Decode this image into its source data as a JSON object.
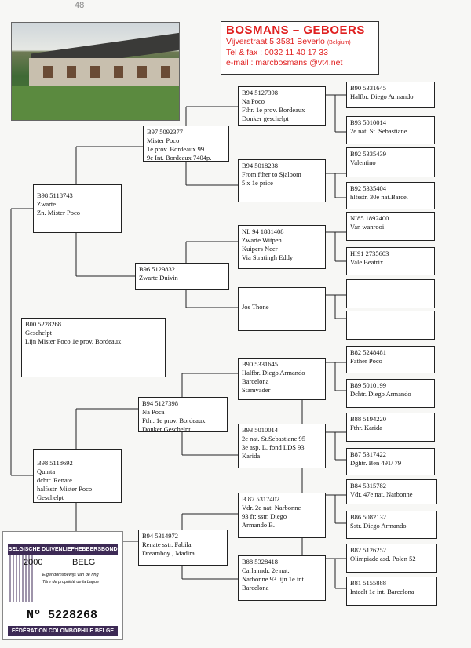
{
  "page_number": "48",
  "header": {
    "name": "BOSMANS – GEBOERS",
    "address": "Vijverstraat 5  3581 Beverlo",
    "country": "(Belgium)",
    "telfax": "Tel & fax : 0032 11 40 17 33",
    "email": "e-mail : marcbosmans @vt4.net"
  },
  "subject": {
    "ring": "B00 5228268",
    "lines": [
      "Geschelpt",
      "Lijn Mister Poco 1e prov. Bordeaux"
    ]
  },
  "gen1": [
    {
      "id": "B98 5118743",
      "lines": [
        "Zwarte",
        "Zn. Mister Poco"
      ]
    },
    {
      "id": "B98 5118692",
      "lines": [
        "Quinta",
        "dchtr. Renate",
        "halfsstr. Mister Poco",
        "Geschelpt"
      ]
    }
  ],
  "gen2": [
    {
      "id": "B97 5092377",
      "lines": [
        "Mister Poco",
        "1e prov. Bordeaux 99",
        "9e Int. Bordeaux 7404p."
      ]
    },
    {
      "id": "B96 5129832",
      "lines": [
        "Zwarte Duivin"
      ]
    },
    {
      "id": "B94 5127398",
      "lines": [
        "Na Poca",
        "Fthr. 1e prov. Bordeaux",
        "Donker Geschelpt"
      ]
    },
    {
      "id": "B94 5314972",
      "lines": [
        "Renate sstr. Fabila",
        "Dreamboy , Madira"
      ]
    }
  ],
  "gen3": [
    {
      "id": "B94 5127398",
      "lines": [
        "Na Poco",
        "Fthr. 1e prov. Bordeaux",
        "Donker geschelpt"
      ]
    },
    {
      "id": "B94 5018238",
      "lines": [
        "From fther to Sjaloom",
        "5 x 1e price"
      ]
    },
    {
      "id": "NL 94 1881408",
      "lines": [
        "Zwarte Witpen",
        "Kuipers Neer",
        "Via Stratingh Eddy"
      ]
    },
    {
      "id": "",
      "lines": [
        "Jos Thone"
      ]
    },
    {
      "id": "B90 5331645",
      "lines": [
        "Halfbr. Diego Armando",
        "Barcelona",
        "Stamvader"
      ]
    },
    {
      "id": "B93 5010014",
      "lines": [
        "2e nat. St.Sebastiane 95",
        "3e asp. L. fond LDS 93",
        "Karida"
      ]
    },
    {
      "id": "B 87 5317402",
      "lines": [
        "Vdr. 2e nat. Narbonne",
        "93 fr; sstr. Diego",
        "Armando B."
      ]
    },
    {
      "id": "B88 5328418",
      "lines": [
        "Carla mdr. 2e nat.",
        "Narbonne 93 lijn 1e int.",
        "Barcelona"
      ]
    }
  ],
  "gen4": [
    {
      "id": "B90 5331645",
      "lines": [
        "Halfbr. Diego Armando"
      ]
    },
    {
      "id": "B93 5010014",
      "lines": [
        "2e nat. St. Sebastiane"
      ]
    },
    {
      "id": "B92 5335439",
      "lines": [
        "Valentino"
      ]
    },
    {
      "id": "B92 5335404",
      "lines": [
        "hlfsstr. 30e nat.Barce."
      ]
    },
    {
      "id": "NI85 1892400",
      "lines": [
        "Van wanrooi"
      ]
    },
    {
      "id": "HI91 2735603",
      "lines": [
        "Vale Beatrix"
      ]
    },
    {
      "id": "",
      "lines": [
        ""
      ]
    },
    {
      "id": "",
      "lines": [
        ""
      ]
    },
    {
      "id": "B82 5248481",
      "lines": [
        "Father Poco"
      ]
    },
    {
      "id": "B89 5010199",
      "lines": [
        "Dchtr. Diego Armando"
      ]
    },
    {
      "id": "B88 5194220",
      "lines": [
        "Fthr. Karida"
      ]
    },
    {
      "id": "B87 5317422",
      "lines": [
        "Dghtr. Ben 491/ 79"
      ]
    },
    {
      "id": "B84 5315782",
      "lines": [
        "Vdr. 47e nat. Narbonne"
      ]
    },
    {
      "id": "B86 5082132",
      "lines": [
        "Sstr. Diego Armando"
      ]
    },
    {
      "id": "B82 5126252",
      "lines": [
        "Olimpiade asd. Polen 52"
      ]
    },
    {
      "id": "B81 5155888",
      "lines": [
        "Inteelt 1e int. Barcelona"
      ]
    }
  ],
  "ring_card": {
    "top_band": "BELGISCHE DUIVENLIEFHEBBERSBOND",
    "year": "2000",
    "country": "BELG",
    "small1": "Eigendomsbewijs van de ring",
    "small2": "Titre de propriété de la bague",
    "number": "Nº 5228268",
    "bottom_band": "FÉDÉRATION COLOMBOPHILE BELGE"
  }
}
